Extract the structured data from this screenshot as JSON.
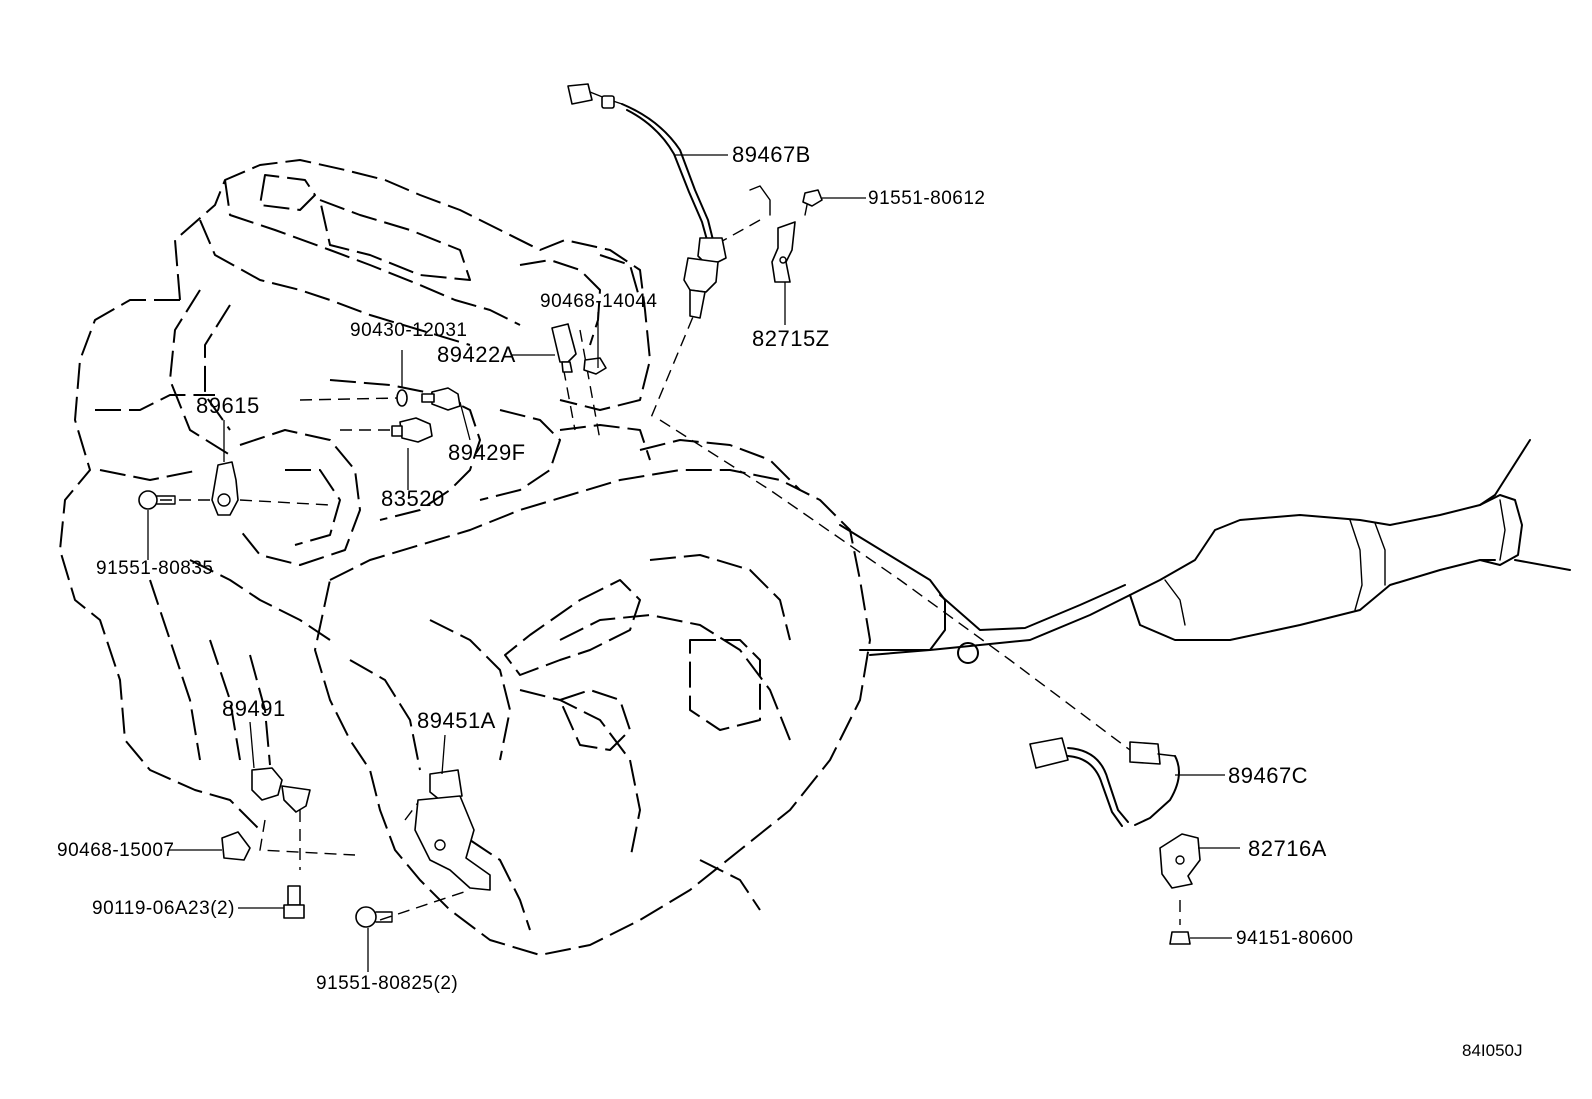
{
  "diagram": {
    "ref_code": "84I050J",
    "parts": {
      "p89467B": "89467B",
      "p91551_80612": "91551-80612",
      "p90468_14044": "90468-14044",
      "p82715Z": "82715Z",
      "p90430_12031": "90430-12031",
      "p89422A": "89422A",
      "p89615": "89615",
      "p89429F": "89429F",
      "p83520": "83520",
      "p91551_80835": "91551-80835",
      "p89491": "89491",
      "p89451A": "89451A",
      "p89467C": "89467C",
      "p82716A": "82716A",
      "p90468_15007": "90468-15007",
      "p90119_06A23": "90119-06A23(2)",
      "p94151_80600": "94151-80600",
      "p91551_80825": "91551-80825(2)"
    }
  }
}
